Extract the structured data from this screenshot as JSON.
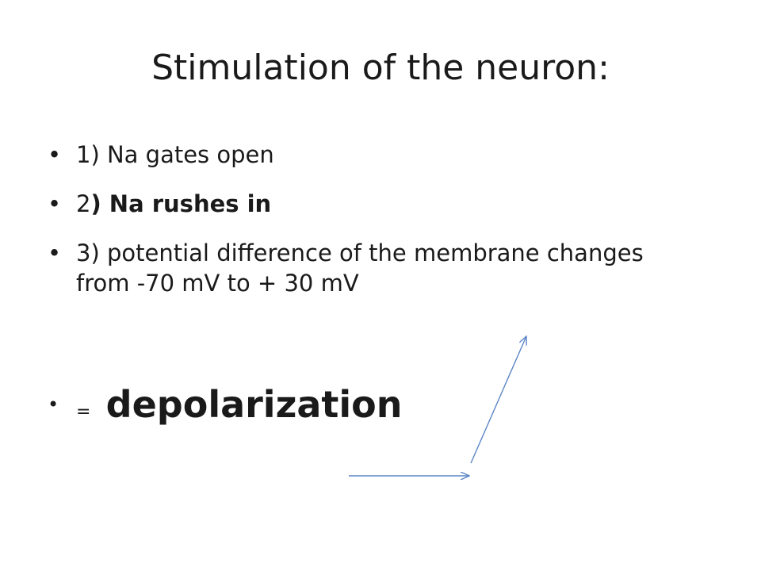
{
  "slide": {
    "title": "Stimulation of the neuron:",
    "bullet_glyph": "•",
    "bullets": [
      {
        "text": "1) Na gates open"
      },
      {
        "prefix": "2",
        "rest": ") Na rushes in"
      },
      {
        "text": "3) potential difference of the membrane changes from -70 mV to + 30 mV"
      }
    ],
    "conclusion": {
      "eq": "=",
      "word": "depolarization"
    },
    "arrow_color": "#5b86c5"
  }
}
